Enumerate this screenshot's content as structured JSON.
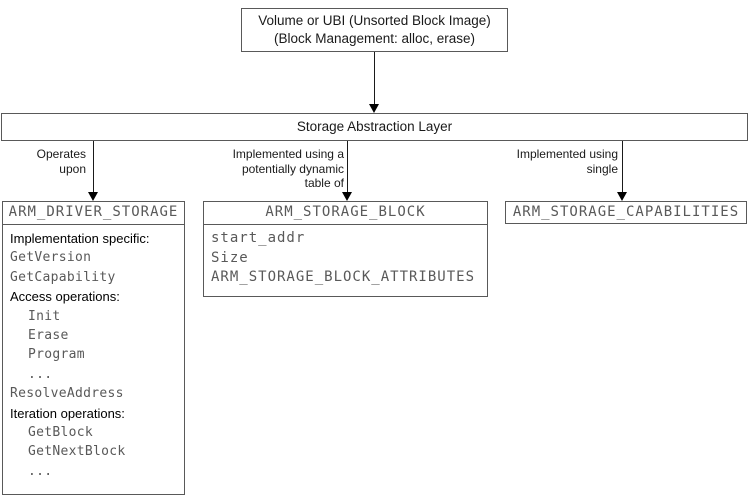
{
  "diagram": {
    "top_box": {
      "line1": "Volume or UBI (Unsorted Block Image)",
      "line2": "(Block Management: alloc, erase)"
    },
    "sal_box": {
      "label": "Storage Abstraction Layer"
    },
    "edge_labels": {
      "left": "Operates\nupon",
      "middle": "Implemented using a\npotentially dynamic\ntable of",
      "right": "Implemented using\nsingle"
    },
    "driver_box": {
      "title": "ARM_DRIVER_STORAGE",
      "rows": [
        {
          "text": "Implementation specific:",
          "style": "label"
        },
        {
          "text": "GetVersion",
          "style": "mono"
        },
        {
          "text": "GetCapability",
          "style": "mono"
        },
        {
          "text": "Access operations:",
          "style": "label"
        },
        {
          "text": "Init",
          "style": "mono-indent"
        },
        {
          "text": "Erase",
          "style": "mono-indent"
        },
        {
          "text": "Program",
          "style": "mono-indent"
        },
        {
          "text": "...",
          "style": "mono-indent"
        },
        {
          "text": "ResolveAddress",
          "style": "mono"
        },
        {
          "text": "Iteration operations:",
          "style": "label"
        },
        {
          "text": "GetBlock",
          "style": "mono-indent"
        },
        {
          "text": "GetNextBlock",
          "style": "mono-indent"
        },
        {
          "text": "...",
          "style": "mono-indent"
        }
      ]
    },
    "block_box": {
      "title": "ARM_STORAGE_BLOCK",
      "rows": [
        "start_addr",
        "Size",
        "ARM_STORAGE_BLOCK_ATTRIBUTES"
      ]
    },
    "capabilities_box": {
      "title": "ARM_STORAGE_CAPABILITIES"
    },
    "colors": {
      "border": "#595959",
      "mono_text": "#595959",
      "label_text": "#000000",
      "arrow": "#000000",
      "background": "#ffffff"
    }
  }
}
